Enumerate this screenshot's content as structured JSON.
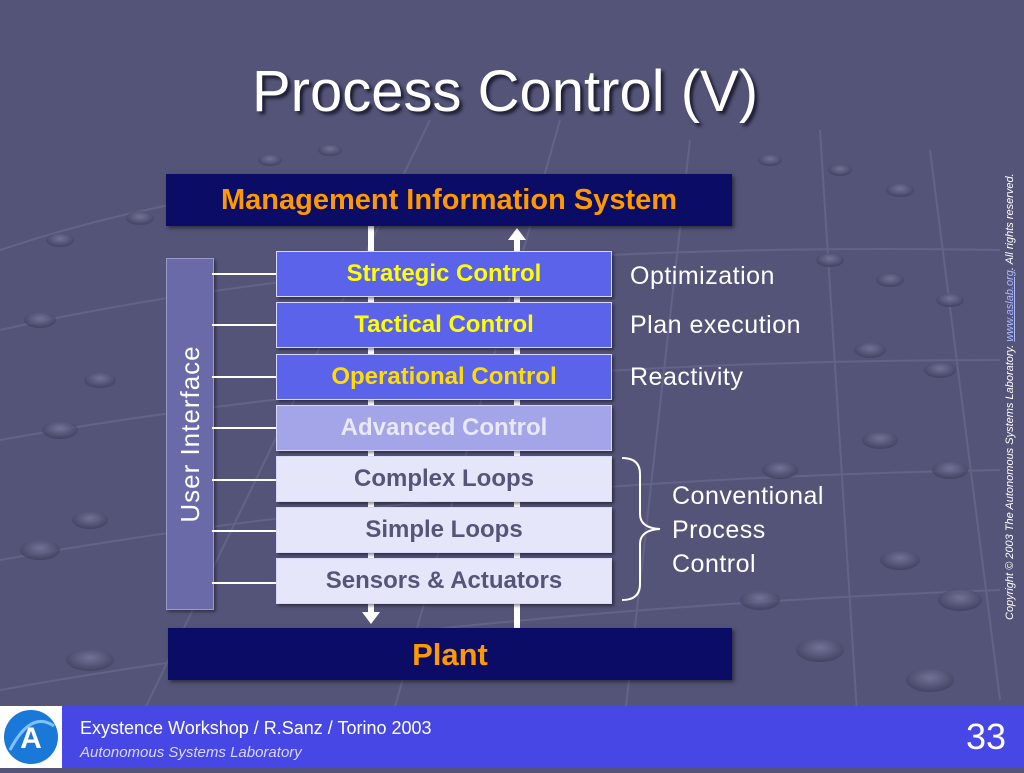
{
  "slide": {
    "title": "Process Control (V)",
    "copyright_prefix": "Copyright © 2003 The Autonomous Systems Laboratory. ",
    "copyright_link": "www.aslab.org",
    "copyright_suffix": ". All rights reserved."
  },
  "diagram": {
    "top_bar": "Management Information System",
    "bottom_bar": "Plant",
    "side_panel": "User Interface",
    "layers": [
      {
        "label": "Strategic Control",
        "description": "Optimization"
      },
      {
        "label": "Tactical Control",
        "description": "Plan execution"
      },
      {
        "label": "Operational Control",
        "description": "Reactivity"
      },
      {
        "label": "Advanced Control"
      },
      {
        "label": "Complex Loops"
      },
      {
        "label": "Simple Loops"
      },
      {
        "label": "Sensors & Actuators"
      }
    ],
    "group_label_lines": [
      "Conventional",
      "Process",
      "Control"
    ]
  },
  "footer": {
    "logo_letter": "A",
    "line1": "Exystence Workshop / R.Sanz / Torino 2003",
    "line2": "Autonomous Systems Laboratory",
    "page_number": "33"
  },
  "colors": {
    "background": "#545478",
    "bar_fill": "#0b0c66",
    "bar_text": "#ff9900",
    "upper_layer_fill": "#5b63ea",
    "upper_layer_text": "#ffff00",
    "footer": "#4747e6"
  }
}
